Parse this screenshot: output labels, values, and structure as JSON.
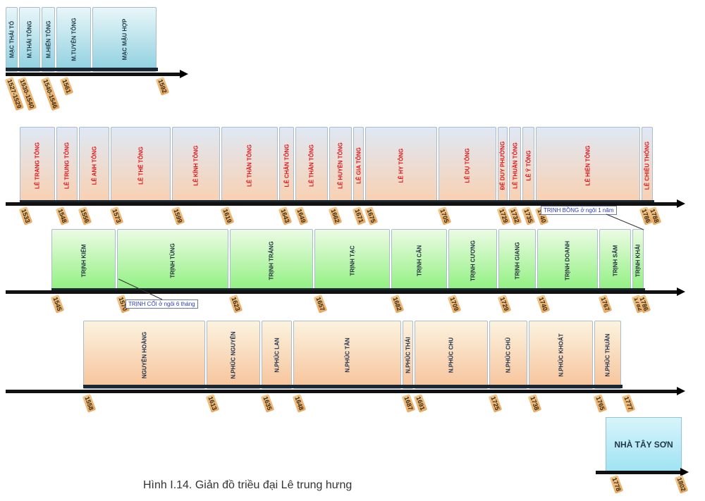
{
  "caption": "Hình I.14. Giản đồ triều đại Lê trung hưng",
  "mac_dynasty": {
    "reigns": [
      "MẠC THÁI TỔ",
      "M.THÁI TÔNG",
      "M.HIẾN TÔNG",
      "M.TUYÊN TÔNG",
      "MẠC MẬU HỢP"
    ],
    "years": [
      "1527-1529",
      "1530-1540",
      "1540-1546",
      "1561",
      "1592"
    ]
  },
  "le_dynasty": {
    "reigns": [
      "LÊ TRANG TÔNG",
      "LÊ TRUNG TÔNG",
      "LÊ ANH TÔNG",
      "LÊ THẾ TÔNG",
      "LÊ KÍNH TÔNG",
      "LÊ THẦN TÔNG",
      "LÊ CHÂN TÔNG",
      "LÊ THẦN TÔNG",
      "LÊ HUYỀN TÔNG",
      "LÊ GIA TÔNG",
      "LÊ HY TÔNG",
      "LÊ DỤ TÔNG",
      "ĐẾ DUY PHƯỜNG",
      "LÊ THUẦN TÔNG",
      "LÊ Ý TÔNG",
      "LÊ HIỂN TÔNG",
      "LÊ CHIÊU THỐNG"
    ],
    "years": [
      "1533",
      "1548",
      "1556",
      "1573",
      "1599",
      "1619",
      "1643",
      "1649",
      "1662",
      "1671",
      "1675",
      "1705",
      "1729",
      "1732",
      "1735",
      "1740",
      "1786",
      "1788"
    ]
  },
  "trinh_lords": {
    "reigns": [
      "TRỊNH KIỂM",
      "TRỊNH TÙNG",
      "TRỊNH TRÁNG",
      "TRỊNH TẠC",
      "TRỊNH CĂN",
      "TRỊNH CƯƠNG",
      "TRỊNH GIANG",
      "TRỊNH DOANH",
      "TRỊNH SÂM",
      "TRỊNH KHẢI"
    ],
    "years": [
      "1545",
      "1570",
      "1623",
      "1657",
      "1682",
      "1709",
      "1729",
      "1740",
      "1767",
      "1782",
      "1786"
    ],
    "notes": {
      "coi": "TRỊNH CỐI ở ngôi 6 tháng",
      "bong": "TRỊNH BỒNG ở ngôi 1 năm"
    }
  },
  "nguyen_lords": {
    "reigns": [
      "NGUYỄN HOÀNG",
      "N.PHÚC NGUYÊN",
      "N.PHÚC LAN",
      "N.PHÚC TẦN",
      "N.PHÚC THÁI",
      "N.PHÚC CHU",
      "N.PHÚC CHÚ",
      "N.PHÚC KHOÁT",
      "N.PHÚC THUẦN"
    ],
    "years": [
      "1558",
      "1613",
      "1635",
      "1648",
      "1687",
      "1691",
      "1725",
      "1738",
      "1765",
      "1777"
    ]
  },
  "tay_son": {
    "label": "NHÀ TÂY SƠN",
    "years": [
      "1778",
      "1802"
    ]
  }
}
